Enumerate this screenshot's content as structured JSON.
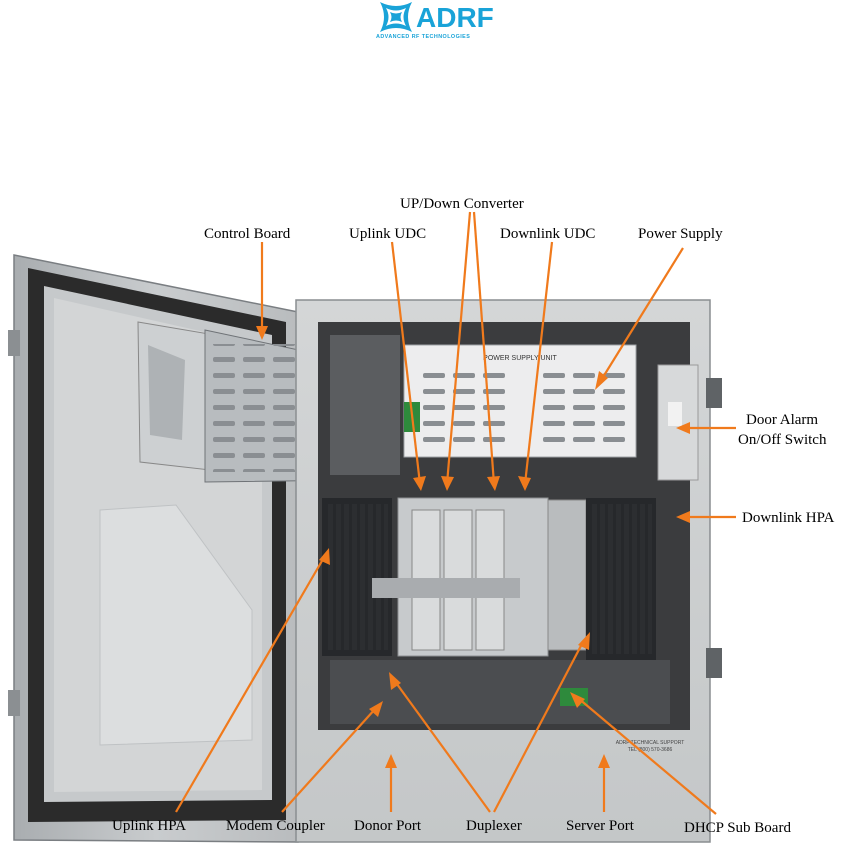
{
  "logo": {
    "text": "ADRF",
    "tagline": "ADVANCED RF TECHNOLOGIES",
    "color": "#19a3d8"
  },
  "labels": {
    "up_down_converter": "UP/Down Converter",
    "control_board": "Control Board",
    "uplink_udc": "Uplink UDC",
    "downlink_udc": "Downlink UDC",
    "power_supply": "Power Supply",
    "door_alarm_line1": "Door Alarm",
    "door_alarm_line2": "On/Off Switch",
    "downlink_hpa": "Downlink HPA",
    "uplink_hpa": "Uplink HPA",
    "modem_coupler": "Modem Coupler",
    "donor_port": "Donor Port",
    "duplexer": "Duplexer",
    "server_port": "Server Port",
    "dhcp_sub_board": "DHCP Sub Board"
  },
  "enclosure": {
    "psu_label": "POWER SUPPLY UNIT",
    "support_line1": "ADRF TECHNICAL SUPPORT",
    "support_line2": "TEL (800) 570-3686"
  },
  "arrow_color": "#f07a1c"
}
